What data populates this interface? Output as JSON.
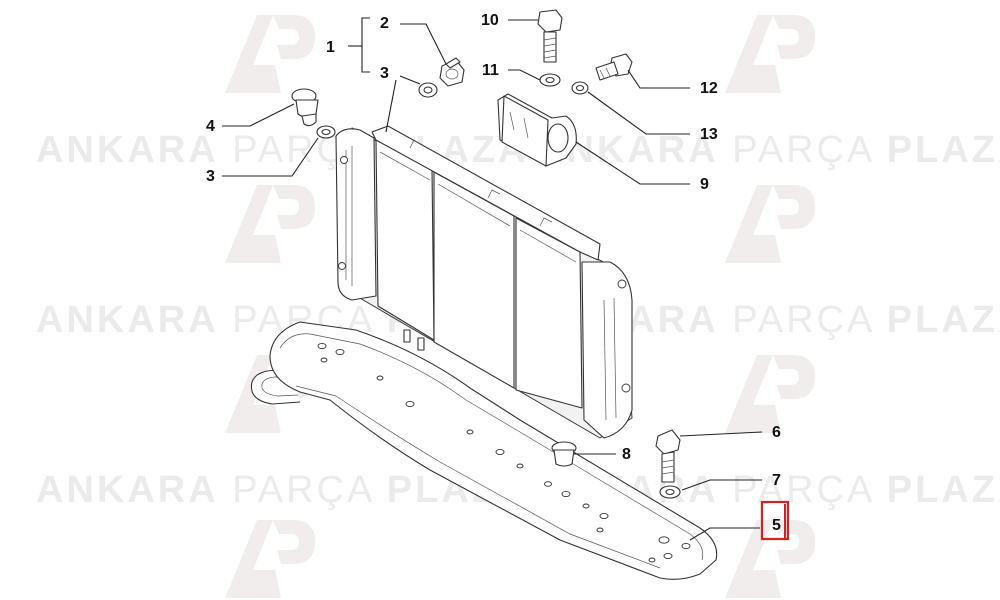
{
  "watermark": {
    "brand_a": "ANKARA",
    "brand_b": "PARÇA",
    "brand_c": "PLAZA",
    "logo_text": "AP"
  },
  "callouts": {
    "p1": "1",
    "p2": "2",
    "p3a": "3",
    "p3b": "3",
    "p4": "4",
    "p5": "5",
    "p6": "6",
    "p7": "7",
    "p8": "8",
    "p9": "9",
    "p10": "10",
    "p11": "11",
    "p12": "12",
    "p13": "13"
  },
  "highlight": {
    "target": "5",
    "color": "#d61f1f"
  }
}
